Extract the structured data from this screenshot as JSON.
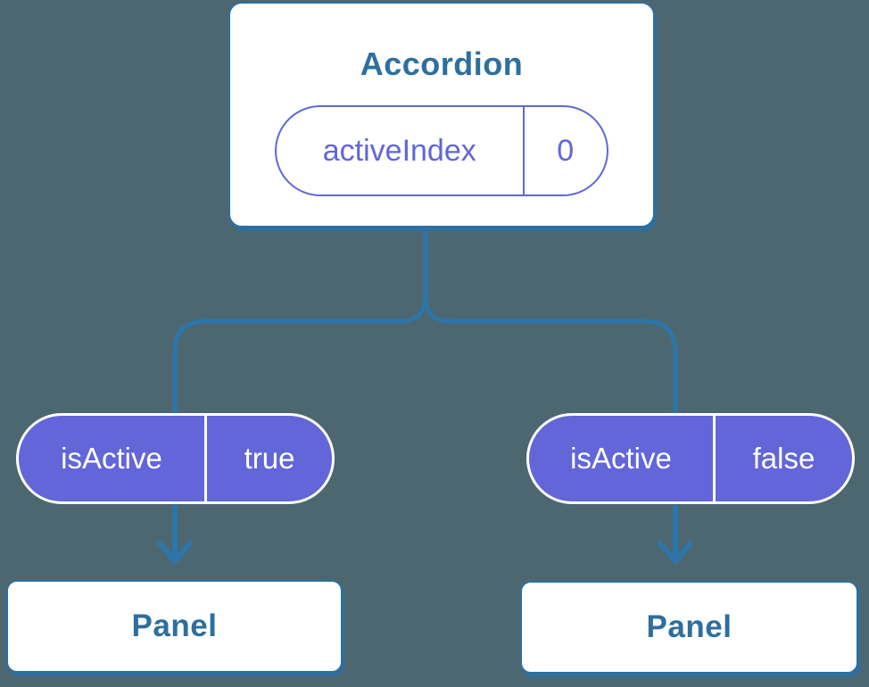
{
  "colors": {
    "background": "#4d6771",
    "node_blue": "#2d6f9e",
    "line_blue": "#2b76ab",
    "indigo": "#6266d9",
    "card_white": "#ffffff"
  },
  "diagram": {
    "root": {
      "title": "Accordion",
      "prop": {
        "name": "activeIndex",
        "value": "0"
      }
    },
    "children": [
      {
        "state": {
          "name": "isActive",
          "value": "true"
        },
        "panel": {
          "label": "Panel"
        }
      },
      {
        "state": {
          "name": "isActive",
          "value": "false"
        },
        "panel": {
          "label": "Panel"
        }
      }
    ]
  }
}
